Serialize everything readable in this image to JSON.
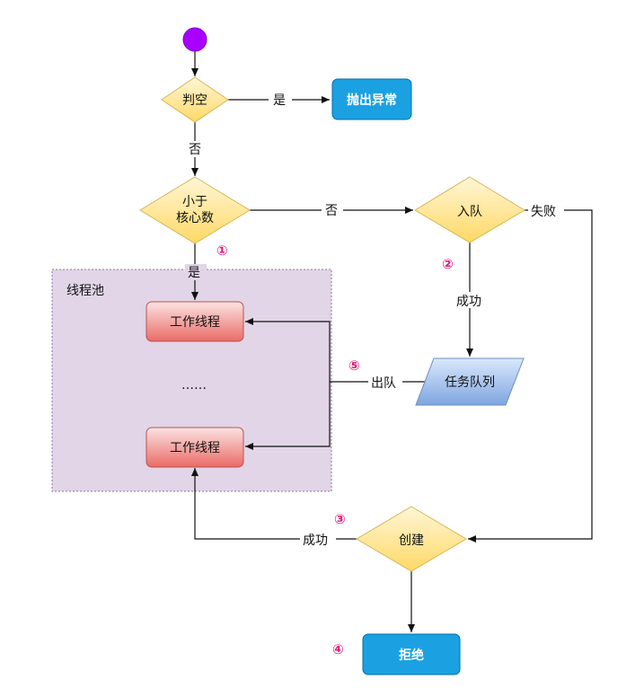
{
  "pool": {
    "label": "线程池",
    "ellipsis": "……"
  },
  "nodes": {
    "check_empty": "判空",
    "throw": "抛出异常",
    "less_core_line1": "小于",
    "less_core_line2": "核心数",
    "worker1": "工作线程",
    "worker2": "工作线程",
    "enqueue": "入队",
    "task_queue": "任务队列",
    "create": "创建",
    "reject": "拒绝"
  },
  "edges": {
    "empty_yes": "是",
    "empty_no": "否",
    "core_no": "否",
    "core_yes": "是",
    "enqueue_success": "成功",
    "enqueue_fail": "失败",
    "dequeue": "出队",
    "create_success": "成功"
  },
  "markers": {
    "m1": "①",
    "m2": "②",
    "m3": "③",
    "m4": "④",
    "m5": "⑤"
  },
  "colors": {
    "start": "#aa00ff",
    "decision_fill": "#fff2cc",
    "decision_stroke": "#d6b656",
    "blue_box": "#1ba1e2",
    "worker_fill": "#f8cecc",
    "worker_stroke": "#b85450",
    "pool_fill": "#e1d5e7",
    "queue_fill": "#a9c4eb",
    "marker": "#e6197d"
  }
}
